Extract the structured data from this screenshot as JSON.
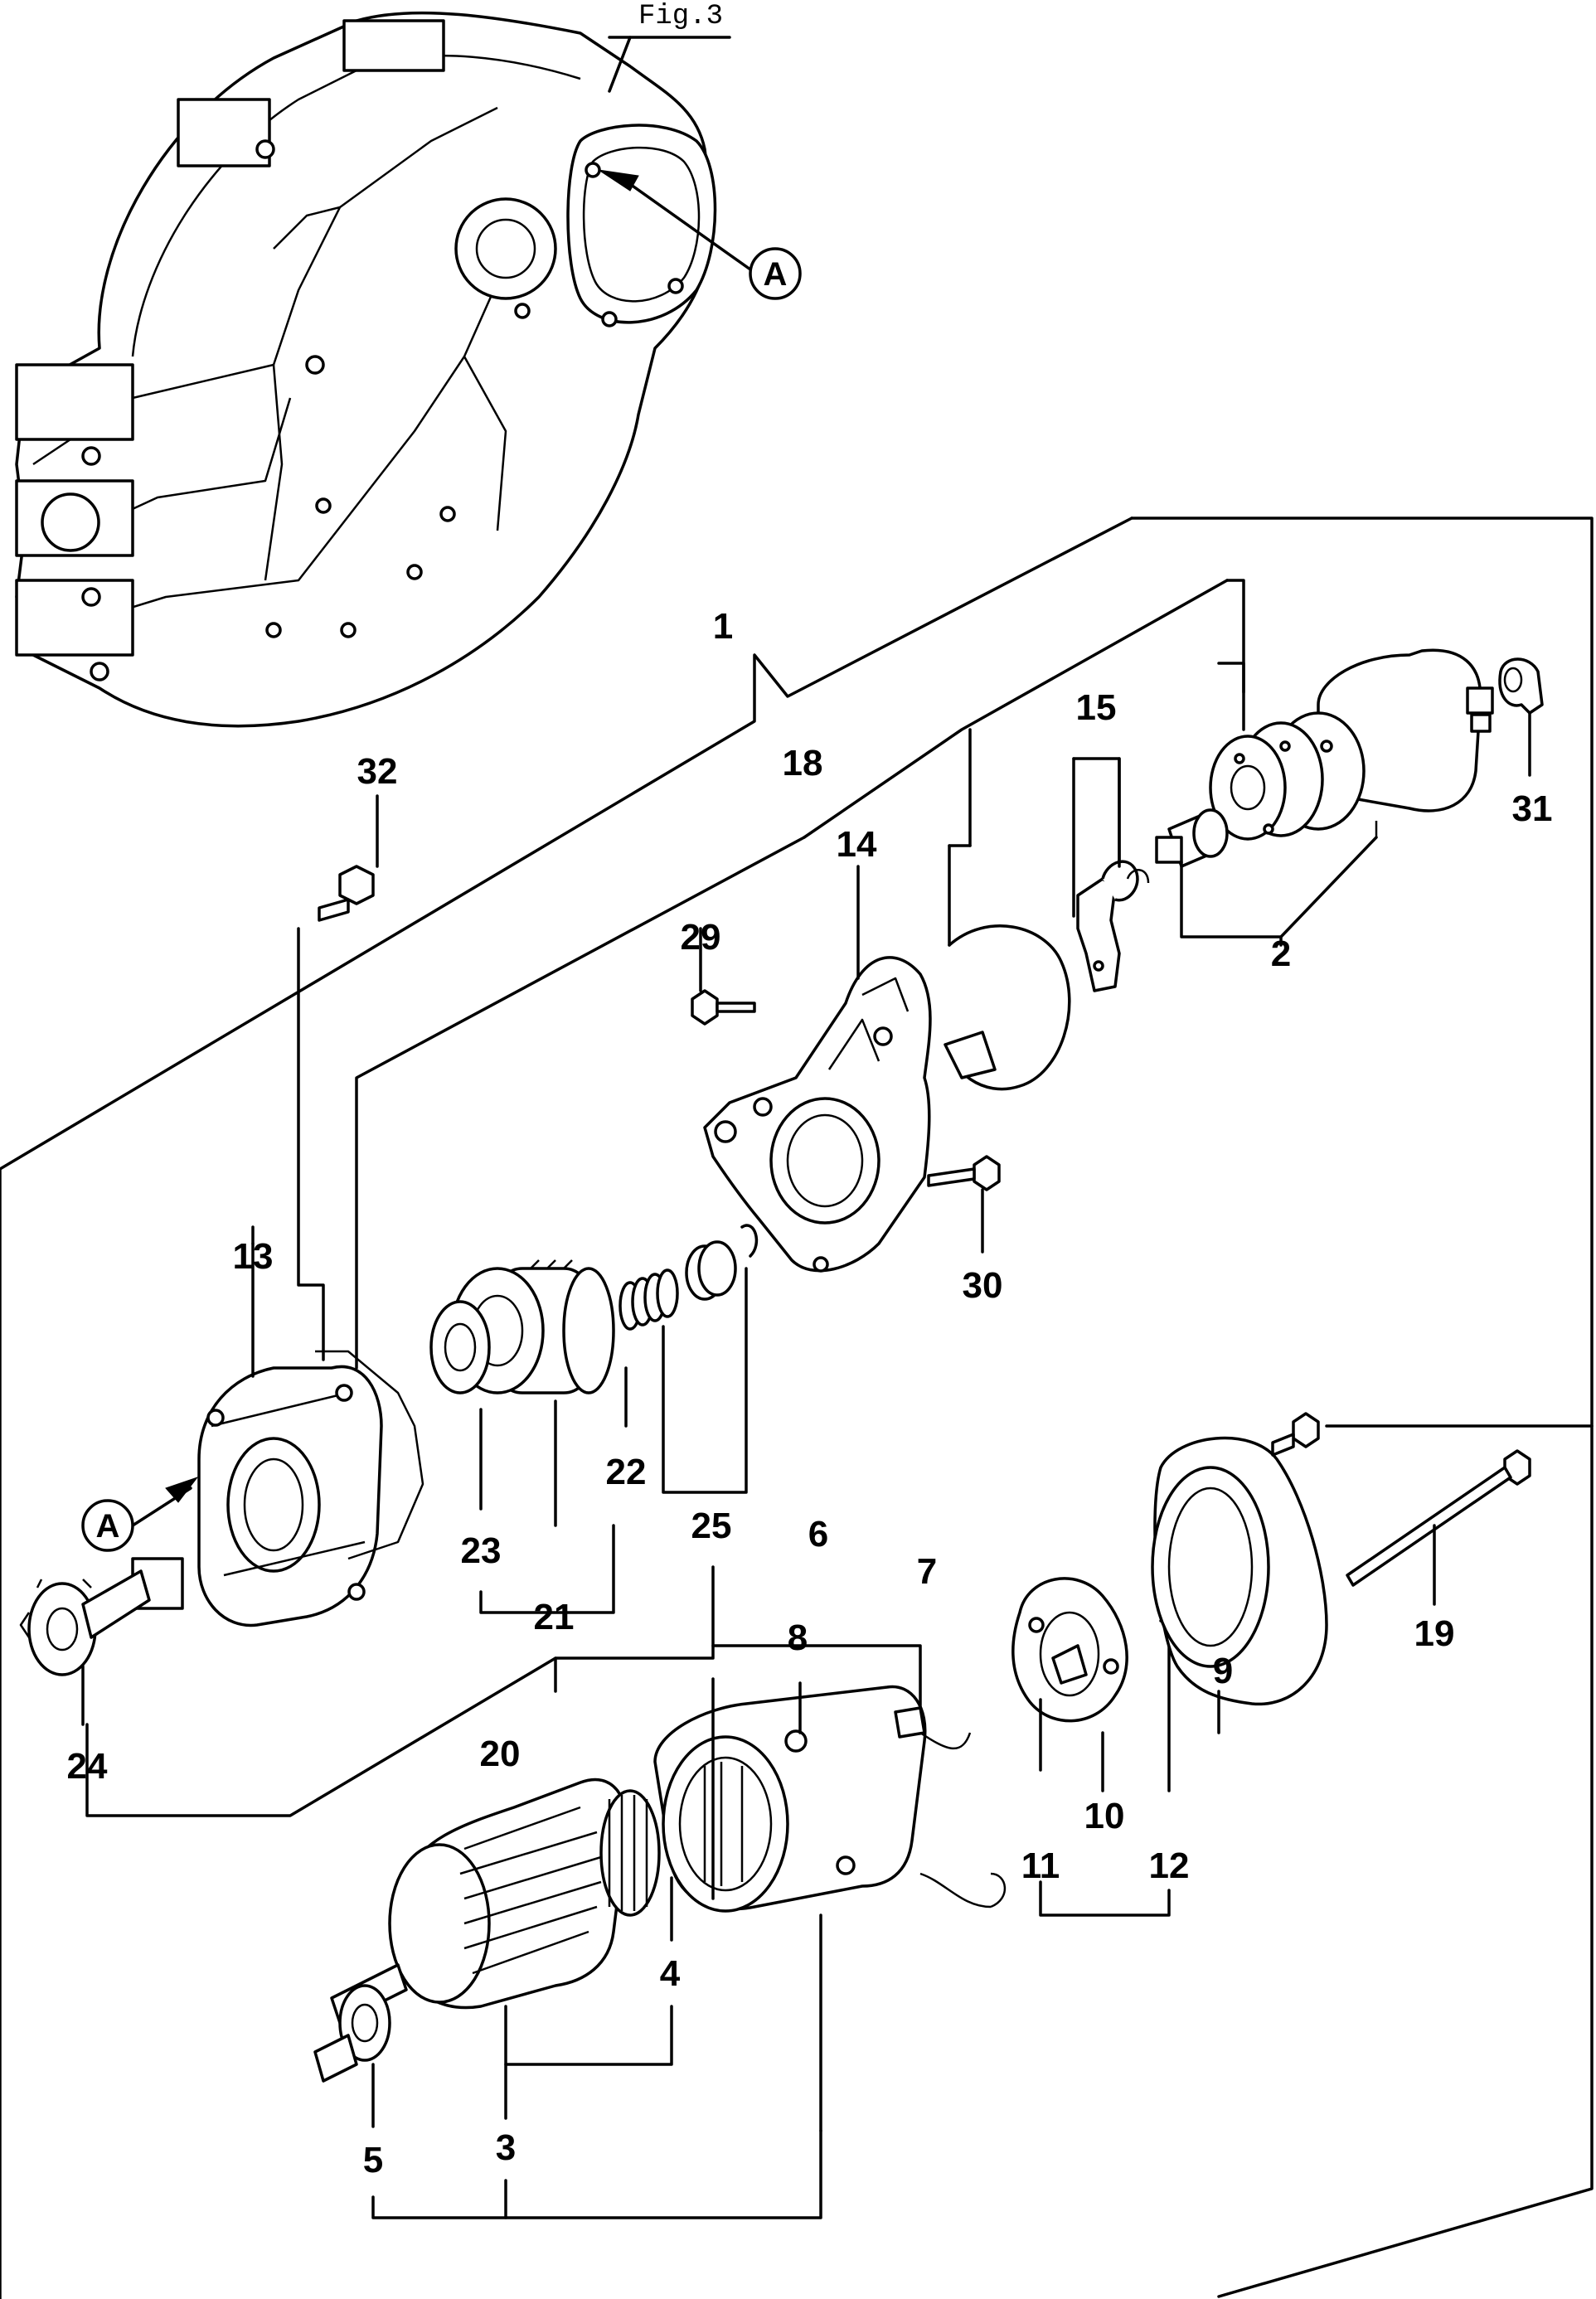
{
  "figure": {
    "label": "Fig.3"
  },
  "reference": {
    "callout": "A"
  },
  "labels": {
    "p1": "1",
    "p2": "2",
    "p3": "3",
    "p4": "4",
    "p5": "5",
    "p6": "6",
    "p7": "7",
    "p8": "8",
    "p9": "9",
    "p10": "10",
    "p11": "11",
    "p12": "12",
    "p13": "13",
    "p14": "14",
    "p15": "15",
    "p18": "18",
    "p19": "19",
    "p20": "20",
    "p21": "21",
    "p22": "22",
    "p23": "23",
    "p24": "24",
    "p25": "25",
    "p29": "29",
    "p30": "30",
    "p31": "31",
    "p32": "32"
  }
}
